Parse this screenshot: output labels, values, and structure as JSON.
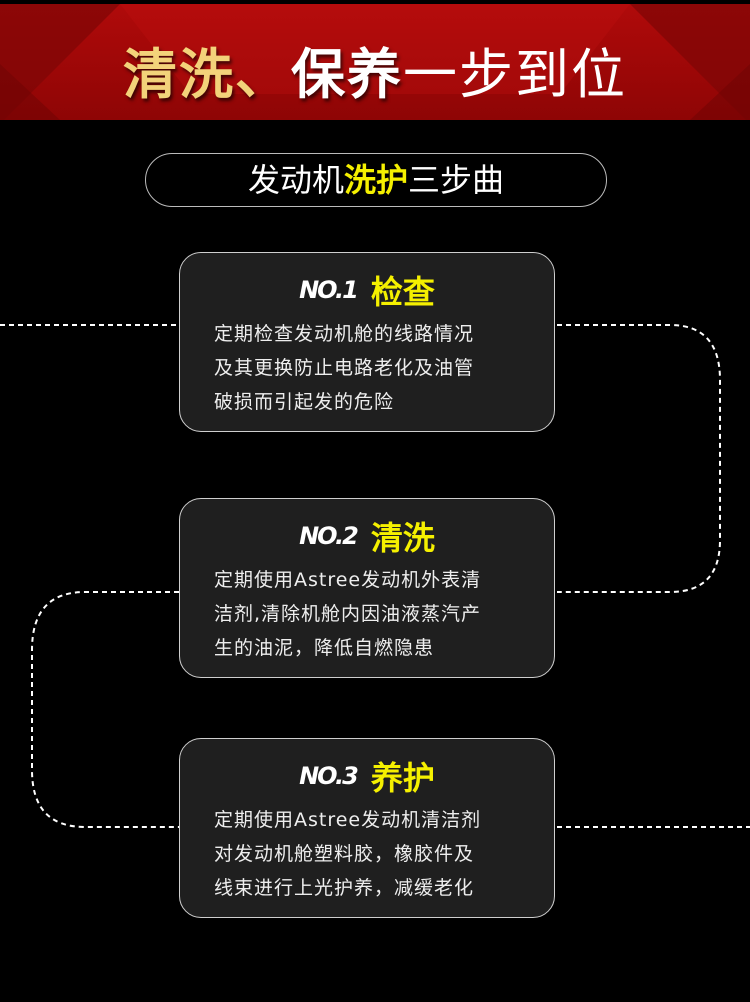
{
  "banner": {
    "part1": "清洗、",
    "part2": "保养",
    "part3": "一步到位"
  },
  "subtitle": {
    "pre": "发动机",
    "highlight": "洗护",
    "post": "三步曲"
  },
  "steps": [
    {
      "num": "NO.1",
      "title": "检查",
      "lines": [
        "定期检查发动机舱的线路情况",
        "及其更换防止电路老化及油管",
        "破损而引起发的危险"
      ]
    },
    {
      "num": "NO.2",
      "title": "清洗",
      "lines": [
        "定期使用Astree发动机外表清",
        "洁剂,清除机舱内因油液蒸汽产",
        "生的油泥，降低自燃隐患"
      ]
    },
    {
      "num": "NO.3",
      "title": "养护",
      "lines": [
        "定期使用Astree发动机清洁剂",
        "对发动机舱塑料胶，橡胶件及",
        "线束进行上光护养，减缓老化"
      ]
    }
  ]
}
